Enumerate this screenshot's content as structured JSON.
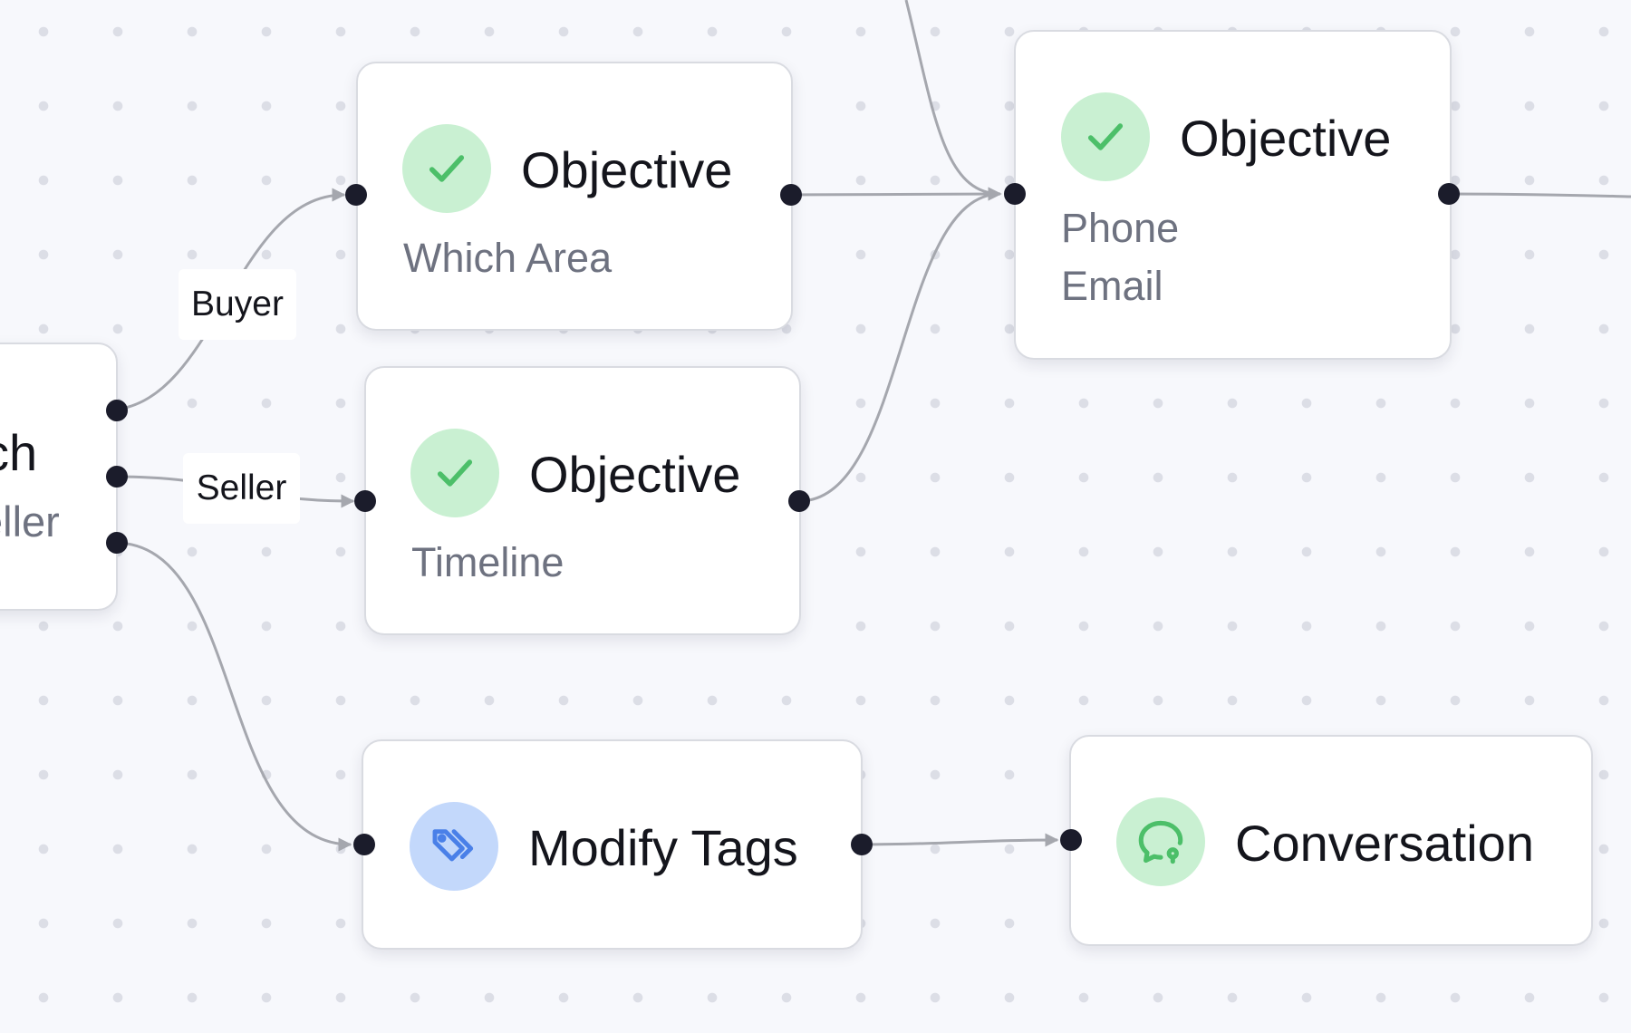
{
  "nodes": {
    "branch_partial": {
      "title": "ch",
      "subtitle": "eller"
    },
    "objective_area": {
      "title": "Objective",
      "subtitle": "Which Area",
      "icon": "check-icon",
      "color": "#4cbf69"
    },
    "objective_timeline": {
      "title": "Objective",
      "subtitle": "Timeline",
      "icon": "check-icon",
      "color": "#4cbf69"
    },
    "objective_contact": {
      "title": "Objective",
      "lines": [
        "Phone",
        "Email"
      ],
      "icon": "check-icon",
      "color": "#4cbf69"
    },
    "modify_tags": {
      "title": "Modify Tags",
      "icon": "tags-icon",
      "color": "#4a80e8"
    },
    "conversation": {
      "title": "Conversation",
      "icon": "chat-bubble-icon",
      "color": "#4cbf69"
    }
  },
  "edge_labels": {
    "buyer": "Buyer",
    "seller": "Seller"
  },
  "colors": {
    "edge": "#a5a7ae",
    "handle": "#1b1c2b",
    "node_border": "#d9dbe1"
  }
}
